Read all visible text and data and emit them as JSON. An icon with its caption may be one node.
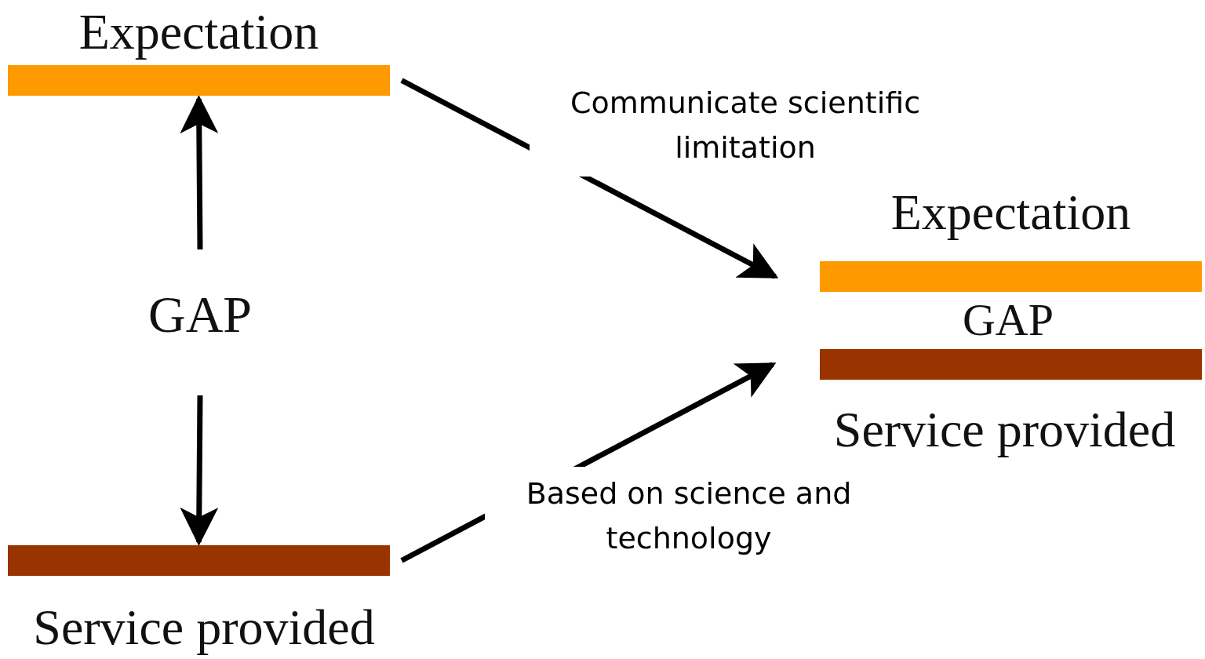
{
  "diagram": {
    "nodes": [
      {
        "text": [
          "Expectation"
        ]
      },
      {
        "text": [
          "GAP"
        ]
      },
      {
        "text": [
          "Service provided"
        ]
      },
      {
        "text": [
          "Expectation"
        ]
      },
      {
        "text": [
          "GAP"
        ]
      },
      {
        "text": [
          "Service provided"
        ]
      }
    ],
    "edges": [
      {
        "from": 1,
        "to": 0,
        "arrow": "to"
      },
      {
        "from": 1,
        "to": 2,
        "arrow": "to"
      },
      {
        "from": 0,
        "to": 3,
        "arrow": "to",
        "label": "Communicate scientific limitation"
      },
      {
        "from": 2,
        "to": 5,
        "arrow": "to",
        "label": "Based on science and technology"
      }
    ]
  }
}
